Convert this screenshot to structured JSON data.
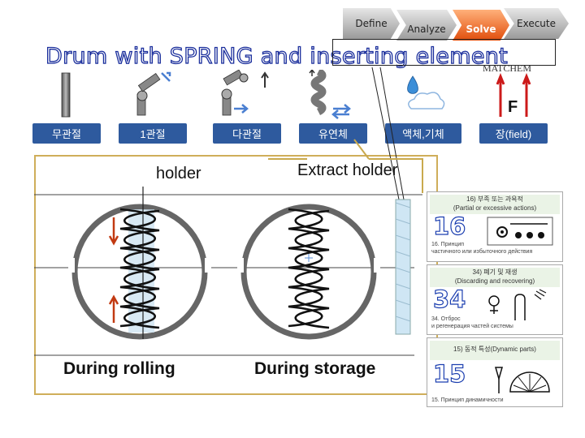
{
  "process_steps": [
    "Define",
    "Analyze",
    "Solve",
    "Execute"
  ],
  "title": "Drum with SPRING and inserting element",
  "matchem": {
    "label": "MATCHEM",
    "items": [
      "무관절",
      "1관절",
      "다관절",
      "유연체",
      "액체,기체",
      "장(field)"
    ],
    "field_symbol": "F",
    "icons": [
      "rod-icon",
      "single-joint-arm-icon",
      "multi-joint-arm-icon",
      "flexible-spring-icon",
      "liquid-gas-icon",
      "field-icon"
    ]
  },
  "diagram": {
    "holder_label": "holder",
    "extract_label": "Extract holder",
    "rolling_label": "During rolling",
    "storage_label": "During storage"
  },
  "principles": [
    {
      "header": "16) 부족 또는 과욕적\n(Partial or excessive actions)",
      "number": "16",
      "desc": "16. Принцип\nчастичного или избыточного действия",
      "icon": "gear-icon"
    },
    {
      "header": "34) 폐기 및 재생\n(Discarding and recovering)",
      "number": "34",
      "desc": "34. Отброс\nи регенерация частей системы",
      "icon": "hand-icon"
    },
    {
      "header": "15) 동적 특성(Dynamic parts)",
      "number": "15",
      "desc": "15. Принцип динамичности",
      "icon": "protractor-icon"
    }
  ],
  "colors": {
    "title_outline": "#1a2e9c",
    "active_step": "#e14e0c",
    "label_bg": "#2e5a9e",
    "panel_border": "#cfae5a",
    "arrow": "#c23a12",
    "number_outline": "#1c3fb0"
  }
}
